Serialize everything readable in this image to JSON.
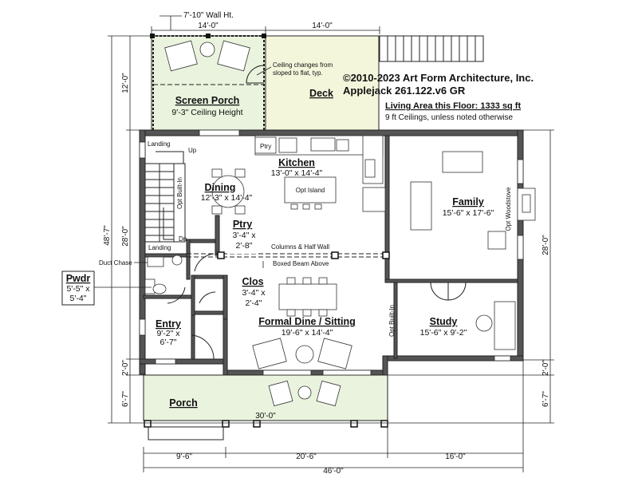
{
  "copyright": {
    "line1": "©2010-2023 Art Form Architecture, Inc.",
    "line2": "Applejack 261.122.v6 GR",
    "living_area": "Living Area this Floor: 1333 sq ft",
    "ceilings_note": "9 ft Ceilings, unless noted otherwise"
  },
  "rooms": {
    "screen_porch": {
      "name": "Screen Porch",
      "dim": "9'-3\" Ceiling Height"
    },
    "deck": {
      "name": "Deck"
    },
    "kitchen": {
      "name": "Kitchen",
      "dim": "13'-0\" x 14'-4\""
    },
    "dining": {
      "name": "Dining",
      "dim": "12'-3\" x 14'-4\""
    },
    "family": {
      "name": "Family",
      "dim": "15'-6\" x 17'-6\""
    },
    "pantry": {
      "name": "Ptry",
      "dim1": "3'-4\" x",
      "dim2": "2'-8\""
    },
    "closet": {
      "name": "Clos",
      "dim1": "3'-4\" x",
      "dim2": "2'-4\""
    },
    "formal": {
      "name": "Formal Dine / Sitting",
      "dim": "19'-6\" x 14'-4\""
    },
    "study": {
      "name": "Study",
      "dim": "15'-6\" x 9'-2\""
    },
    "entry": {
      "name": "Entry",
      "dim1": "9'-2\" x",
      "dim2": "6'-7\""
    },
    "powder": {
      "name": "Pwdr",
      "dim1": "5'-5\" x",
      "dim2": "5'-4\""
    },
    "porch": {
      "name": "Porch"
    }
  },
  "notes": {
    "wall_height": "7'-10\" Wall Ht.",
    "ceiling_change_1": "Ceiling changes from",
    "ceiling_change_2": "sloped to flat, typ.",
    "columns": "Columns & Half Wall",
    "boxed_beam": "Boxed Beam Above",
    "duct_chase": "Duct Chase",
    "landing_top": "Landing",
    "landing_bottom": "Landing",
    "up": "Up",
    "dn": "Dn",
    "ptry_small": "Ptry",
    "opt_island": "Opt Island",
    "opt_builtin_left": "Opt Built-In",
    "opt_builtin_study": "Opt Built-In",
    "opt_woodstove": "Opt Woodstove"
  },
  "dimensions": {
    "top_left": "14'-0\"",
    "top_right": "14'-0\"",
    "left_top": "12'-0\"",
    "left_total": "48'-7\"",
    "left_inner": "28'-0\"",
    "left_porch_gap": "2'-0\"",
    "left_porch": "6'-7\"",
    "right_main": "28'-0\"",
    "right_gap": "2'-0\"",
    "right_porch": "6'-7\"",
    "porch_width": "30'-0\"",
    "bottom_left": "9'-6\"",
    "bottom_mid": "20'-6\"",
    "bottom_right": "16'-0\"",
    "bottom_total": "46'-0\""
  },
  "colors": {
    "green_fill": "#e9f3dd",
    "deck_fill": "#f4f6dc",
    "wall_fill": "#555555",
    "line": "#222222"
  }
}
